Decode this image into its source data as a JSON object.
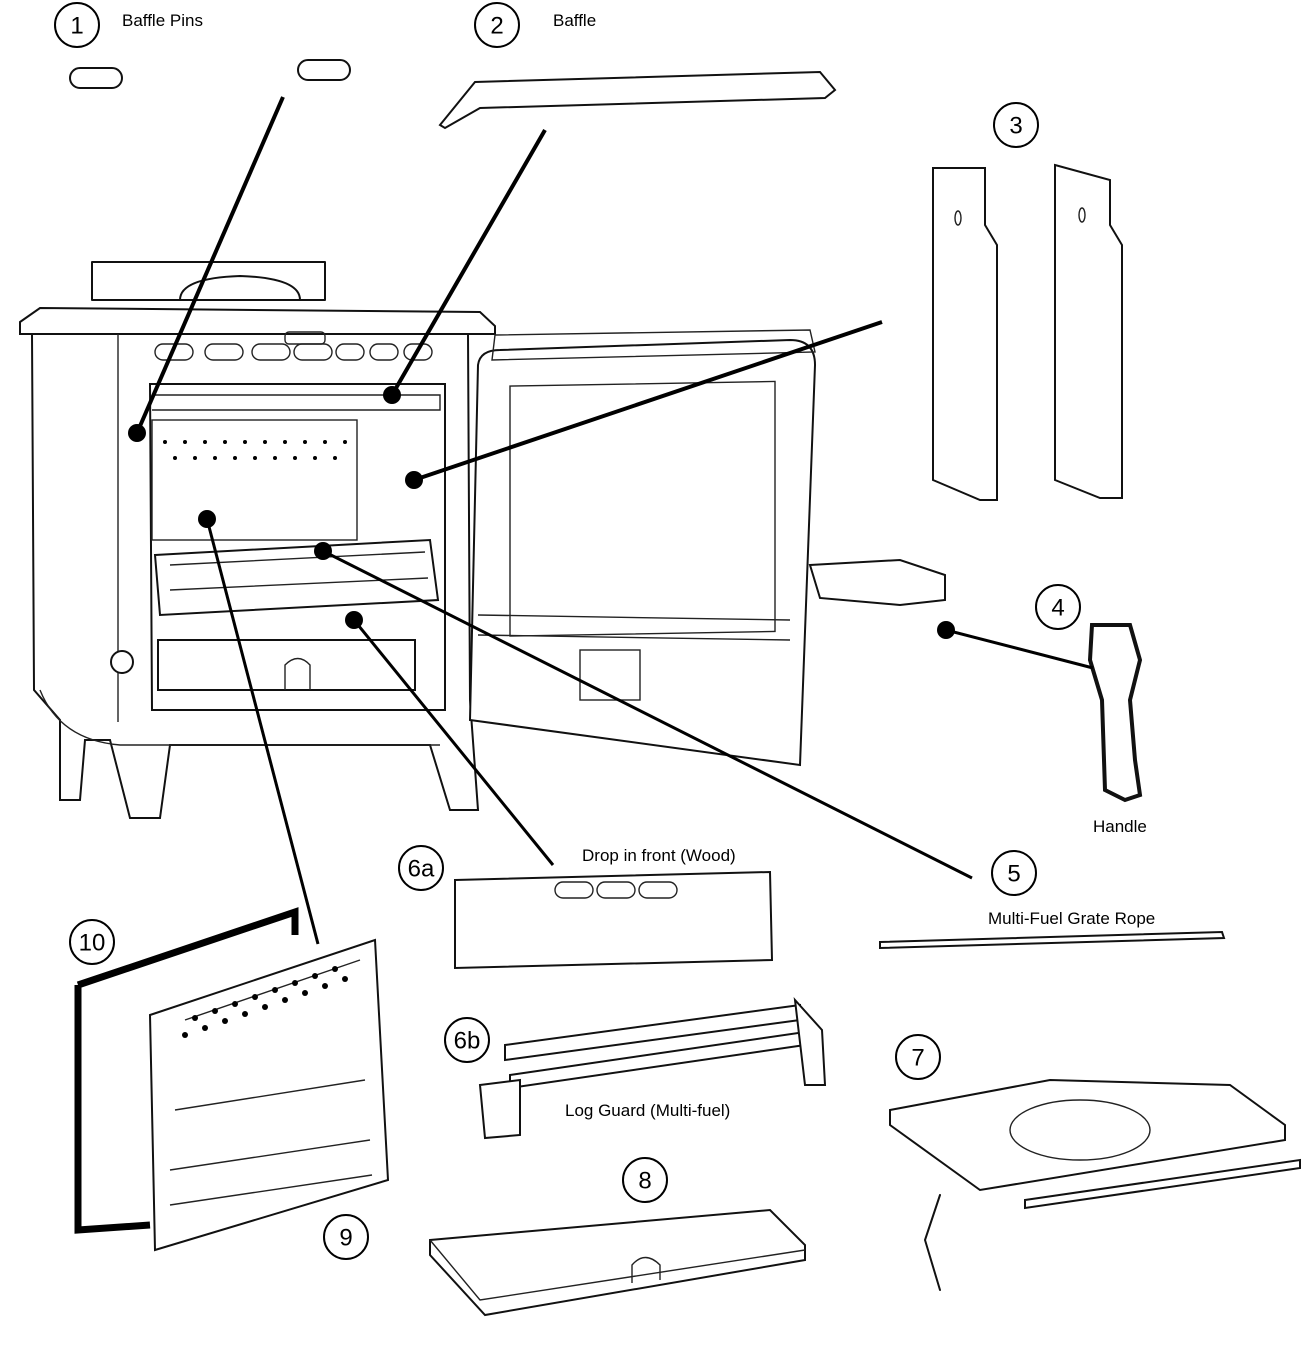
{
  "parts": [
    {
      "number": "1",
      "label": "Baffle Pins"
    },
    {
      "number": "2",
      "label": "Baffle"
    },
    {
      "number": "3",
      "label": ""
    },
    {
      "number": "4",
      "label": "Handle"
    },
    {
      "number": "5",
      "label": "Multi-Fuel Grate Rope"
    },
    {
      "number": "6a",
      "label": "Drop in front (Wood)"
    },
    {
      "number": "6b",
      "label": "Log Guard (Multi-fuel)"
    },
    {
      "number": "7",
      "label": ""
    },
    {
      "number": "8",
      "label": ""
    },
    {
      "number": "9",
      "label": ""
    },
    {
      "number": "10",
      "label": ""
    }
  ]
}
